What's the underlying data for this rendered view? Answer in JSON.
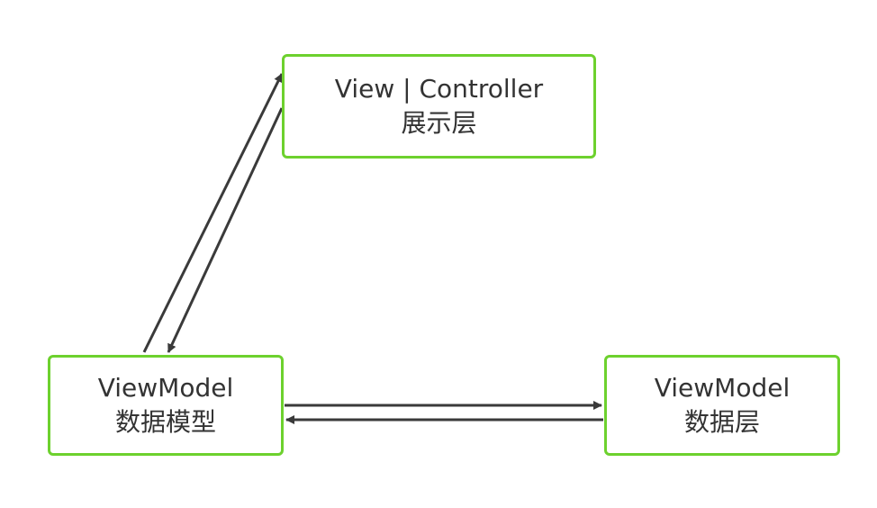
{
  "colors": {
    "node_border": "#6dd12e",
    "arrow": "#3a3a3a",
    "text": "#333333"
  },
  "nodes": {
    "top": {
      "line1": "View | Controller",
      "line2": "展示层"
    },
    "left": {
      "line1": "ViewModel",
      "line2": "数据模型"
    },
    "right": {
      "line1": "ViewModel",
      "line2": "数据层"
    }
  },
  "edges": [
    {
      "from": "left",
      "to": "top"
    },
    {
      "from": "top",
      "to": "left"
    },
    {
      "from": "left",
      "to": "right"
    },
    {
      "from": "right",
      "to": "left"
    }
  ]
}
